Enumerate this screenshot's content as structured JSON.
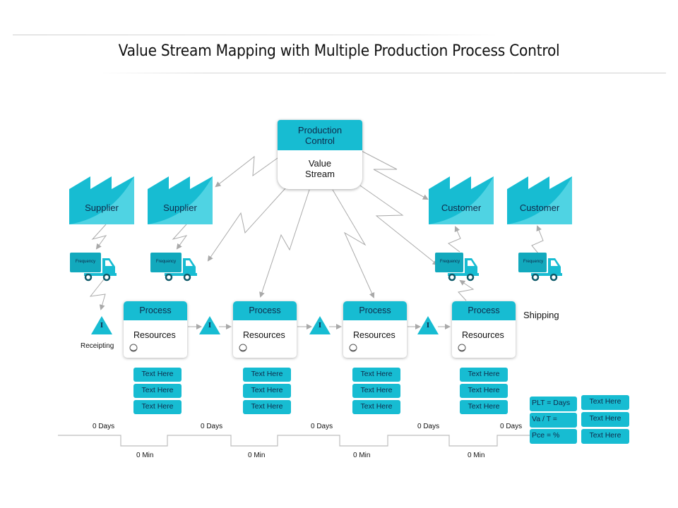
{
  "title": "Value Stream Mapping with Multiple Production Process Control",
  "colors": {
    "accent": "#17bcd2",
    "factory_light": "#4fd3e3",
    "truck_box": "#12a9bd",
    "arrow": "#a9a9a9",
    "dark_text": "#0e2a4a"
  },
  "production_control": {
    "header": "Production\nControl",
    "body": "Value\nStream"
  },
  "factories": [
    {
      "label": "Supplier",
      "role": "supplier"
    },
    {
      "label": "Supplier",
      "role": "supplier"
    },
    {
      "label": "Customer",
      "role": "customer"
    },
    {
      "label": "Customer",
      "role": "customer"
    }
  ],
  "trucks": [
    {
      "label": "Frequency"
    },
    {
      "label": "Frequency"
    },
    {
      "label": "Frequency"
    },
    {
      "label": "Frequency"
    }
  ],
  "processes": [
    {
      "header": "Process",
      "body": "Resources",
      "resource_icon": "operator-icon"
    },
    {
      "header": "Process",
      "body": "Resources",
      "resource_icon": "operator-icon"
    },
    {
      "header": "Process",
      "body": "Resources",
      "resource_icon": "operator-icon"
    },
    {
      "header": "Process",
      "body": "Resources",
      "resource_icon": "operator-icon"
    }
  ],
  "inventory": [
    {
      "glyph": "I"
    },
    {
      "glyph": "I"
    },
    {
      "glyph": "I"
    },
    {
      "glyph": "I"
    }
  ],
  "labels": {
    "receipting": "Receipting",
    "shipping": "Shipping"
  },
  "process_notes": [
    [
      "Text Here",
      "Text Here",
      "Text Here"
    ],
    [
      "Text Here",
      "Text Here",
      "Text Here"
    ],
    [
      "Text Here",
      "Text Here",
      "Text Here"
    ],
    [
      "Text Here",
      "Text Here",
      "Text Here"
    ]
  ],
  "timeline": {
    "days": [
      "0 Days",
      "0 Days",
      "0 Days",
      "0 Days",
      "0 Days"
    ],
    "mins": [
      "0 Min",
      "0 Min",
      "0 Min",
      "0 Min"
    ]
  },
  "summary": {
    "metrics": [
      "PLT = Days",
      "Va / T =",
      "Pce = %"
    ],
    "values": [
      "Text Here",
      "Text Here",
      "Text Here"
    ]
  }
}
